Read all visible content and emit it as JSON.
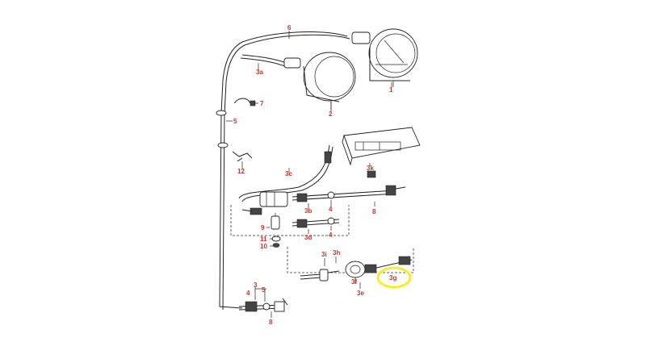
{
  "labels": {
    "l1": "1",
    "l2": "2",
    "l3": "3",
    "l3a": "3a",
    "l3b": "3b",
    "l3c": "3c",
    "l3d": "3d",
    "l3e": "3e",
    "l3f": "3f",
    "l3g": "3g",
    "l3h": "3h",
    "l3i": "3i",
    "l3k": "3k",
    "l4a": "4",
    "l4b": "4",
    "l4c": "4",
    "l5a": "5",
    "l5b": "5",
    "l6": "6",
    "l7": "7",
    "l8a": "8",
    "l8b": "8",
    "l9": "9",
    "l10": "10",
    "l11": "11",
    "l12": "12"
  },
  "colors": {
    "label": "#c0392b",
    "line": "#222222",
    "highlight": "#f2ee2a"
  }
}
